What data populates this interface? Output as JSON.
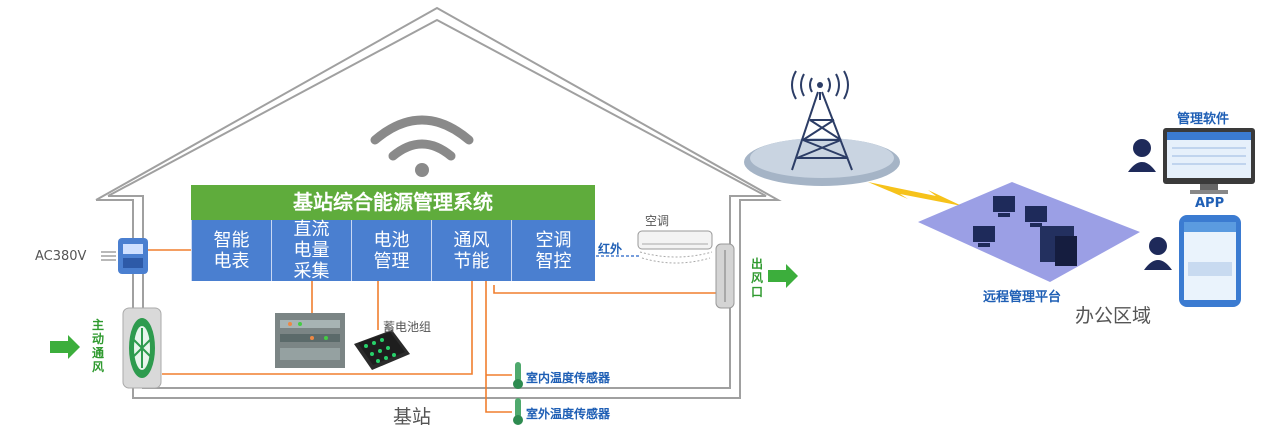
{
  "system_title": "基站综合能源管理系统",
  "modules": [
    {
      "label": "智能\n电表"
    },
    {
      "label": "直流\n电量\n采集"
    },
    {
      "label": "电池\n管理"
    },
    {
      "label": "通风\n节能"
    },
    {
      "label": "空调\n智控"
    }
  ],
  "labels": {
    "ac_input": "AC380V",
    "aircon": "空调",
    "infrared": "红外",
    "battery_group": "蓄电池组",
    "indoor_sensor": "室内温度传感器",
    "outdoor_sensor": "室外温度传感器",
    "active_vent": "主\n动\n通\n风",
    "air_outlet": "出\n风\n口",
    "base_station": "基站",
    "remote_platform": "远程管理平台",
    "office_area": "办公区域",
    "mgmt_software": "管理软件",
    "app": "APP"
  },
  "colors": {
    "title_green": "#5fac3c",
    "module_blue": "#4a7fd0",
    "wire_orange": "#f07e2e",
    "arrow_green": "#3cae3c",
    "label_blue": "#1f5fb5",
    "platform_purple": "#8a8ee0"
  }
}
